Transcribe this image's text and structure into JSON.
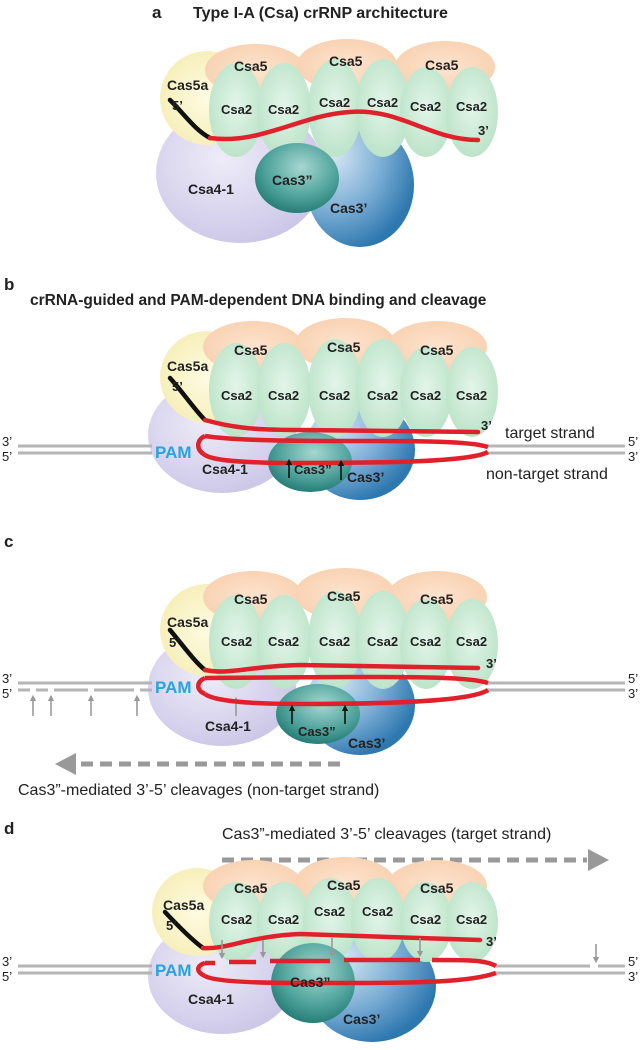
{
  "panels": [
    {
      "letter": "a",
      "title": "Type I-A (Csa) crRNP architecture"
    },
    {
      "letter": "b",
      "title": "crRNA-guided and PAM-dependent DNA binding and cleavage"
    },
    {
      "letter": "c",
      "title": ""
    },
    {
      "letter": "d",
      "title": ""
    }
  ],
  "labels": {
    "cas5a": "Cas5a",
    "csa5": "Csa5",
    "csa2": "Csa2",
    "csa4": "Csa4-1",
    "cas3pp": "Cas3”",
    "cas3p": "Cas3’",
    "pam": "PAM",
    "five_prime": "5’",
    "three_prime": "3’",
    "target_strand": "target strand",
    "non_target_strand": "non-target strand",
    "cleavage_nontarget": "Cas3”-mediated 3’-5’ cleavages (non-target strand)",
    "cleavage_target": "Cas3”-mediated 3’-5’ cleavages (target strand)"
  },
  "colors": {
    "csa5": "#fbd9bd",
    "csa2": "#cdecd7",
    "cas5a": "#fbf6c7",
    "csa4": "#dcd8ee",
    "cas3p": "#3f88bd",
    "cas3pp": "#2a8a85",
    "rna": "#e0202a",
    "dna": "#b5b5b5",
    "pam": "#27a3e0",
    "arrow_gray": "#999999"
  }
}
